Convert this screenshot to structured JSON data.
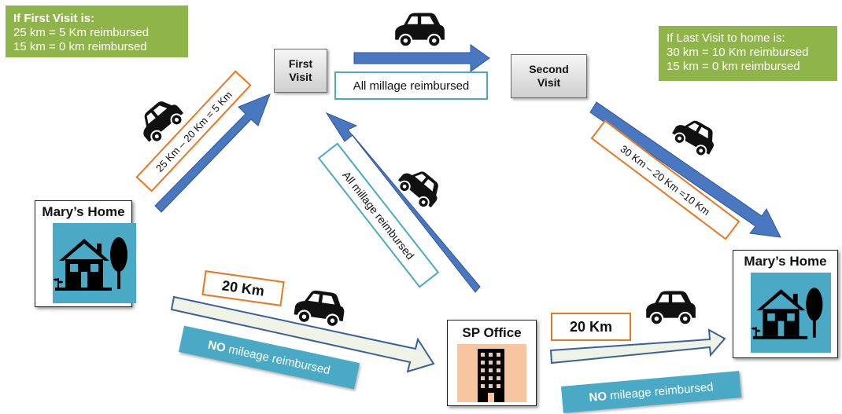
{
  "notes": {
    "first_visit": {
      "heading": "If First Visit is:",
      "line1": "25 km = 5 Km reimbursed",
      "line2": "15 km = 0 km reimbursed"
    },
    "last_visit": {
      "heading": "If Last Visit to home is:",
      "line1": "30 km = 10 Km reimbursed",
      "line2": "15 km = 0 km reimbursed"
    }
  },
  "nodes": {
    "first_visit": {
      "line1": "First",
      "line2": "Visit"
    },
    "second_visit": {
      "line1": "Second",
      "line2": "Visit"
    },
    "home_left": {
      "title": "Mary’s Home"
    },
    "home_right": {
      "title": "Mary’s Home"
    },
    "office": {
      "title": "SP Office"
    }
  },
  "labels": {
    "home_to_first": "25 Km – 20 Km = 5 Km",
    "first_to_second": "All millage reimbursed",
    "office_to_first": "All millage reimbursed",
    "second_to_home": "30 Km – 20 Km =10 Km",
    "home_to_office_distance": "20 Km",
    "home_to_office_note_bold": "NO",
    "home_to_office_note_rest": " mileage reimbursed",
    "office_to_home_distance": "20 Km",
    "office_to_home_note_bold": "NO",
    "office_to_home_note_rest": " mileage reimbursed"
  },
  "colors": {
    "arrow_blue": "#4a78c0",
    "arrow_pale": "#eef3e6",
    "note_green": "#8fb54a",
    "label_orange": "#e87722",
    "teal": "#4aaac6",
    "office_peach": "#f7c59f"
  },
  "icons": [
    "car-icon",
    "house-icon",
    "tree-icon",
    "building-icon"
  ]
}
